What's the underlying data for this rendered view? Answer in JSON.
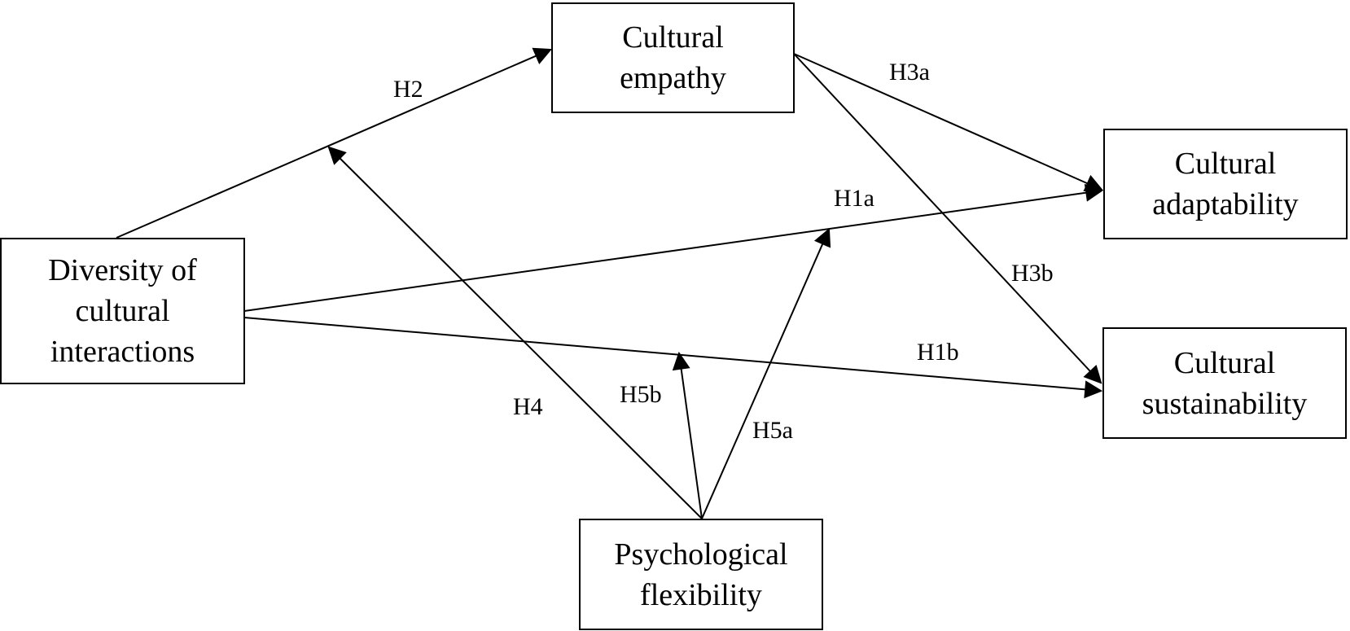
{
  "nodes": {
    "diversity": [
      "Diversity of",
      "cultural",
      "interactions"
    ],
    "empathy": [
      "Cultural",
      "empathy"
    ],
    "adaptability": [
      "Cultural",
      "adaptability"
    ],
    "sustainability": [
      "Cultural",
      "sustainability"
    ],
    "flexibility": [
      "Psychological",
      "flexibility"
    ]
  },
  "edges": {
    "H2": "H2",
    "H3a": "H3a",
    "H3b": "H3b",
    "H1a": "H1a",
    "H1b": "H1b",
    "H4": "H4",
    "H5a": "H5a",
    "H5b": "H5b"
  },
  "colors": {
    "line": "#000000",
    "box_border": "#000000",
    "background": "#ffffff"
  }
}
